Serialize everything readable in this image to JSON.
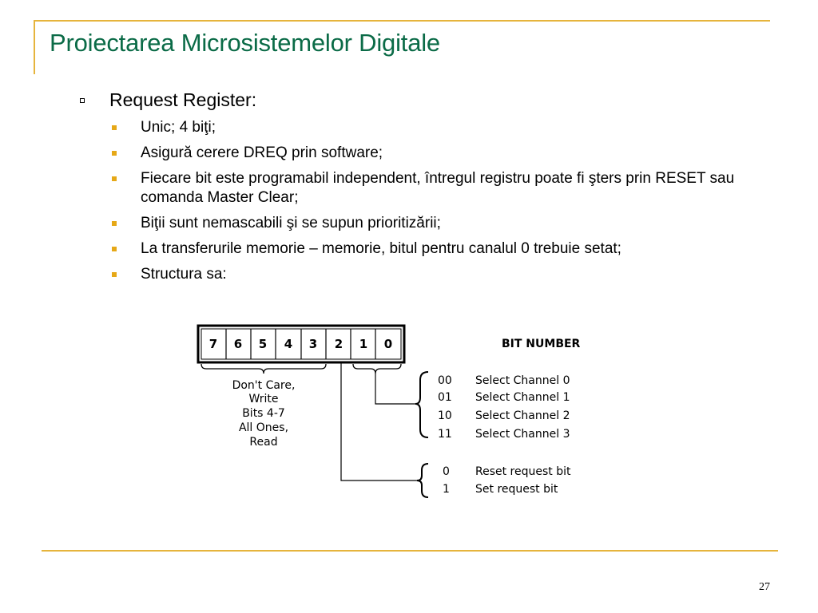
{
  "slide": {
    "title": "Proiectarea Microsistemelor Digitale",
    "heading": "Request Register:",
    "bullets": [
      "Unic; 4 biţi;",
      "Asigură cerere DREQ prin software;",
      "Fiecare bit este programabil independent, întregul registru poate fi şters prin RESET sau comanda Master Clear;",
      "Biţii sunt nemascabili şi se supun prioritizării;",
      "La transferurile memorie – memorie, bitul pentru canalul 0 trebuie setat;",
      "Structura sa:"
    ],
    "page_number": "27"
  },
  "diagram": {
    "bits": [
      "7",
      "6",
      "5",
      "4",
      "3",
      "2",
      "1",
      "0"
    ],
    "bit_number_label": "BIT NUMBER",
    "dont_care_lines": [
      "Don't Care,",
      "Write",
      "Bits 4-7",
      "All Ones,",
      "Read"
    ],
    "channel_codes": [
      {
        "code": "00",
        "label": "Select Channel 0"
      },
      {
        "code": "01",
        "label": "Select Channel 1"
      },
      {
        "code": "10",
        "label": "Select Channel 2"
      },
      {
        "code": "11",
        "label": "Select Channel 3"
      }
    ],
    "request_codes": [
      {
        "code": "0",
        "label": "Reset request bit"
      },
      {
        "code": "1",
        "label": "Set request bit"
      }
    ]
  },
  "colors": {
    "title": "#0b6b47",
    "rule": "#e6b43c",
    "bullet": "#e6a817"
  }
}
